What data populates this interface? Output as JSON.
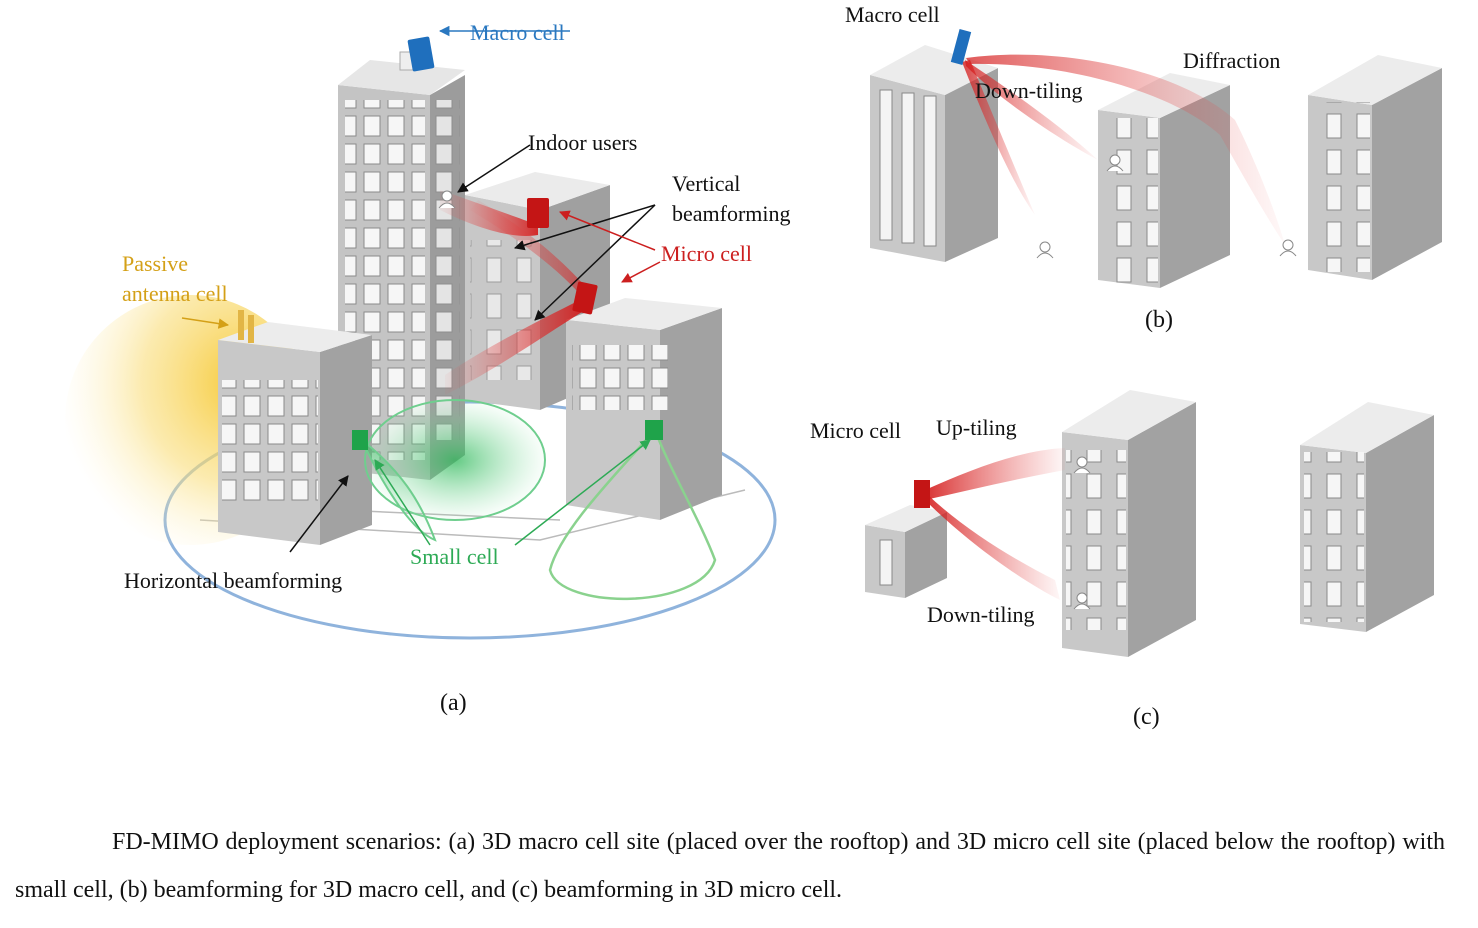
{
  "panels": {
    "a": {
      "label": "(a)",
      "macro_cell": "Macro cell",
      "indoor_users": "Indoor users",
      "vertical_line1": "Vertical",
      "vertical_line2": "beamforming",
      "micro_cell": "Micro cell",
      "passive_line1": "Passive",
      "passive_line2": "antenna cell",
      "small_cell": "Small cell",
      "horizontal_beamforming": "Horizontal beamforming"
    },
    "b": {
      "label": "(b)",
      "macro_cell": "Macro cell",
      "down_tiling": "Down-tiling",
      "diffraction": "Diffraction"
    },
    "c": {
      "label": "(c)",
      "micro_cell": "Micro cell",
      "up_tiling": "Up-tiling",
      "down_tiling": "Down-tiling"
    }
  },
  "caption": "FD-MIMO deployment scenarios: (a) 3D macro cell site (placed over the rooftop) and 3D micro cell site (placed below the rooftop) with small cell, (b) beamforming for 3D macro cell, and (c) beamforming in 3D micro cell.",
  "colors": {
    "macro": "#2a78c0",
    "micro": "#cc1f1f",
    "small": "#2daa55",
    "passive": "#d4a017",
    "building_front": "#c9c9c9",
    "building_side": "#9e9e9e",
    "building_top": "#ececec"
  }
}
